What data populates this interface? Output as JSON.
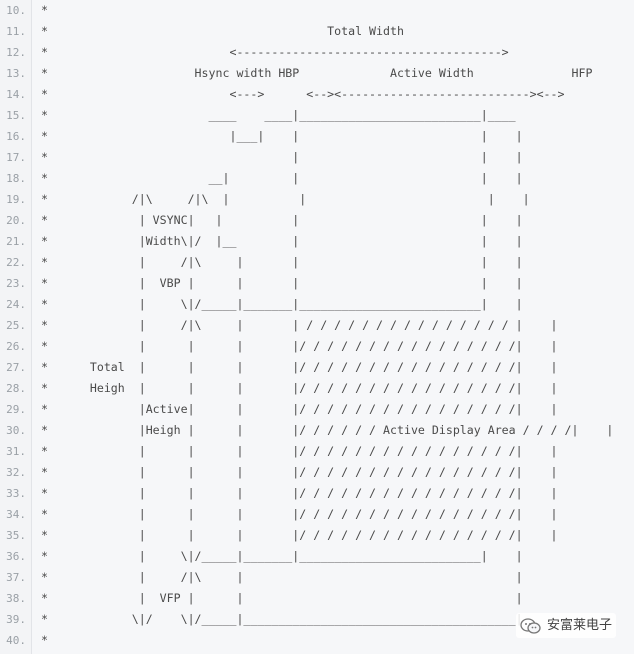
{
  "lines": [
    {
      "n": "10.",
      "t": "*"
    },
    {
      "n": "11.",
      "t": "*                                        Total Width"
    },
    {
      "n": "12.",
      "t": "*                          <-------------------------------------->"
    },
    {
      "n": "13.",
      "t": "*                     Hsync width HBP             Active Width              HFP"
    },
    {
      "n": "14.",
      "t": "*                          <--->      <--><---------------------------><-->"
    },
    {
      "n": "15.",
      "t": "*                       ____    ____|__________________________|____"
    },
    {
      "n": "16.",
      "t": "*                          |___|    |                          |    |"
    },
    {
      "n": "17.",
      "t": "*                                   |                          |    |"
    },
    {
      "n": "18.",
      "t": "*                       __|         |                          |    |"
    },
    {
      "n": "19.",
      "t": "*            /|\\     /|\\  |          |                          |    |"
    },
    {
      "n": "20.",
      "t": "*             | VSYNC|   |          |                          |    |"
    },
    {
      "n": "21.",
      "t": "*             |Width\\|/  |__        |                          |    |"
    },
    {
      "n": "22.",
      "t": "*             |     /|\\     |       |                          |    |"
    },
    {
      "n": "23.",
      "t": "*             |  VBP |      |       |                          |    |"
    },
    {
      "n": "24.",
      "t": "*             |     \\|/_____|_______|__________________________|    |"
    },
    {
      "n": "25.",
      "t": "*             |     /|\\     |       | / / / / / / / / / / / / / / / |    |"
    },
    {
      "n": "26.",
      "t": "*             |      |      |       |/ / / / / / / / / / / / / / / /|    |"
    },
    {
      "n": "27.",
      "t": "*      Total  |      |      |       |/ / / / / / / / / / / / / / / /|    |"
    },
    {
      "n": "28.",
      "t": "*      Heigh  |      |      |       |/ / / / / / / / / / / / / / / /|    |"
    },
    {
      "n": "29.",
      "t": "*             |Active|      |       |/ / / / / / / / / / / / / / / /|    |"
    },
    {
      "n": "30.",
      "t": "*             |Heigh |      |       |/ / / / / / Active Display Area / / / /|    |"
    },
    {
      "n": "31.",
      "t": "*             |      |      |       |/ / / / / / / / / / / / / / / /|    |"
    },
    {
      "n": "32.",
      "t": "*             |      |      |       |/ / / / / / / / / / / / / / / /|    |"
    },
    {
      "n": "33.",
      "t": "*             |      |      |       |/ / / / / / / / / / / / / / / /|    |"
    },
    {
      "n": "34.",
      "t": "*             |      |      |       |/ / / / / / / / / / / / / / / /|    |"
    },
    {
      "n": "35.",
      "t": "*             |      |      |       |/ / / / / / / / / / / / / / / /|    |"
    },
    {
      "n": "36.",
      "t": "*             |     \\|/_____|_______|__________________________|    |"
    },
    {
      "n": "37.",
      "t": "*             |     /|\\     |                                       |"
    },
    {
      "n": "38.",
      "t": "*             |  VFP |      |                                       |"
    },
    {
      "n": "39.",
      "t": "*            \\|/    \\|/_____|_______________________________________|"
    },
    {
      "n": "40.",
      "t": "*"
    }
  ],
  "watermark": {
    "text": "安富莱电子",
    "icon": "wechat-icon"
  }
}
